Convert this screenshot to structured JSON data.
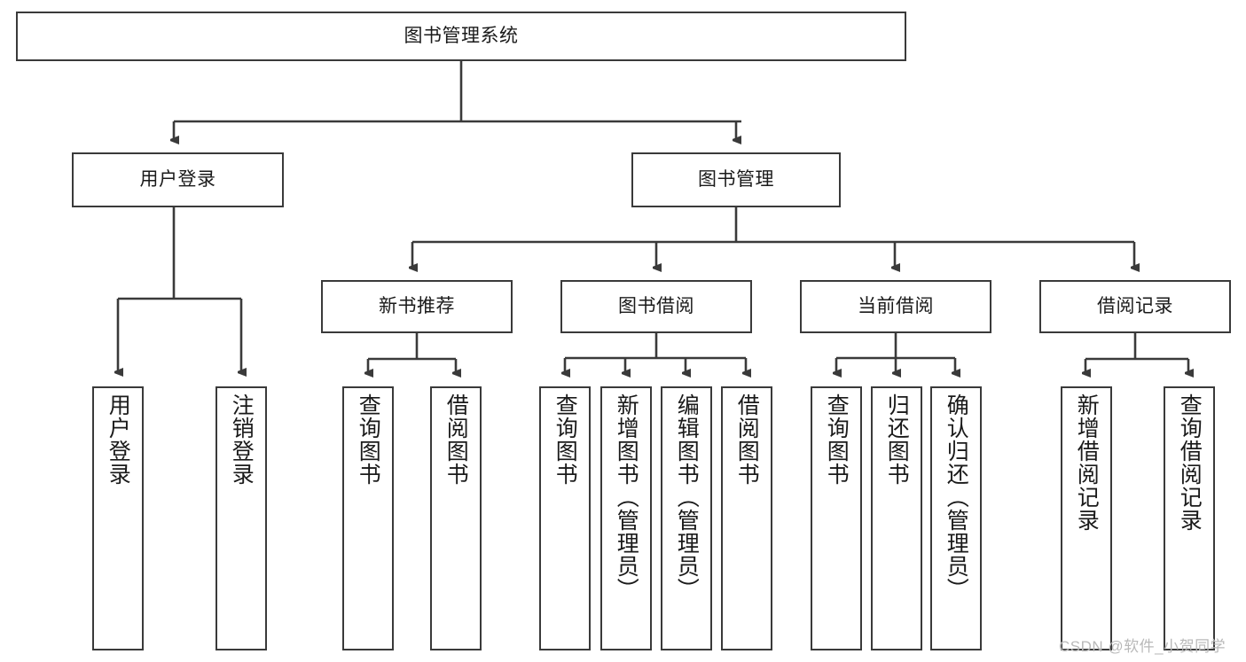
{
  "diagram": {
    "title": "图书管理系统",
    "type": "hierarchy-tree",
    "root": {
      "label": "图书管理系统"
    },
    "level2": [
      {
        "label": "用户登录"
      },
      {
        "label": "图书管理"
      }
    ],
    "level3": [
      {
        "label": "新书推荐"
      },
      {
        "label": "图书借阅"
      },
      {
        "label": "当前借阅"
      },
      {
        "label": "借阅记录"
      }
    ],
    "leaves": {
      "user_login": [
        {
          "label": "用户登录"
        },
        {
          "label": "注销登录"
        }
      ],
      "new_book_recommend": [
        {
          "label": "查询图书"
        },
        {
          "label": "借阅图书"
        }
      ],
      "book_borrow": [
        {
          "label": "查询图书"
        },
        {
          "label": "新增图书（管理员）"
        },
        {
          "label": "编辑图书（管理员）"
        },
        {
          "label": "借阅图书"
        }
      ],
      "current_borrow": [
        {
          "label": "查询图书"
        },
        {
          "label": "归还图书"
        },
        {
          "label": "确认归还（管理员）"
        }
      ],
      "borrow_record": [
        {
          "label": "新增借阅记录"
        },
        {
          "label": "查询借阅记录"
        }
      ]
    }
  },
  "watermark": {
    "text": "CSDN @软件_小贺同学"
  },
  "colors": {
    "border": "#3a3a3a",
    "background": "#ffffff",
    "text": "#1a1a1a",
    "watermark": "#b9b9b9"
  }
}
